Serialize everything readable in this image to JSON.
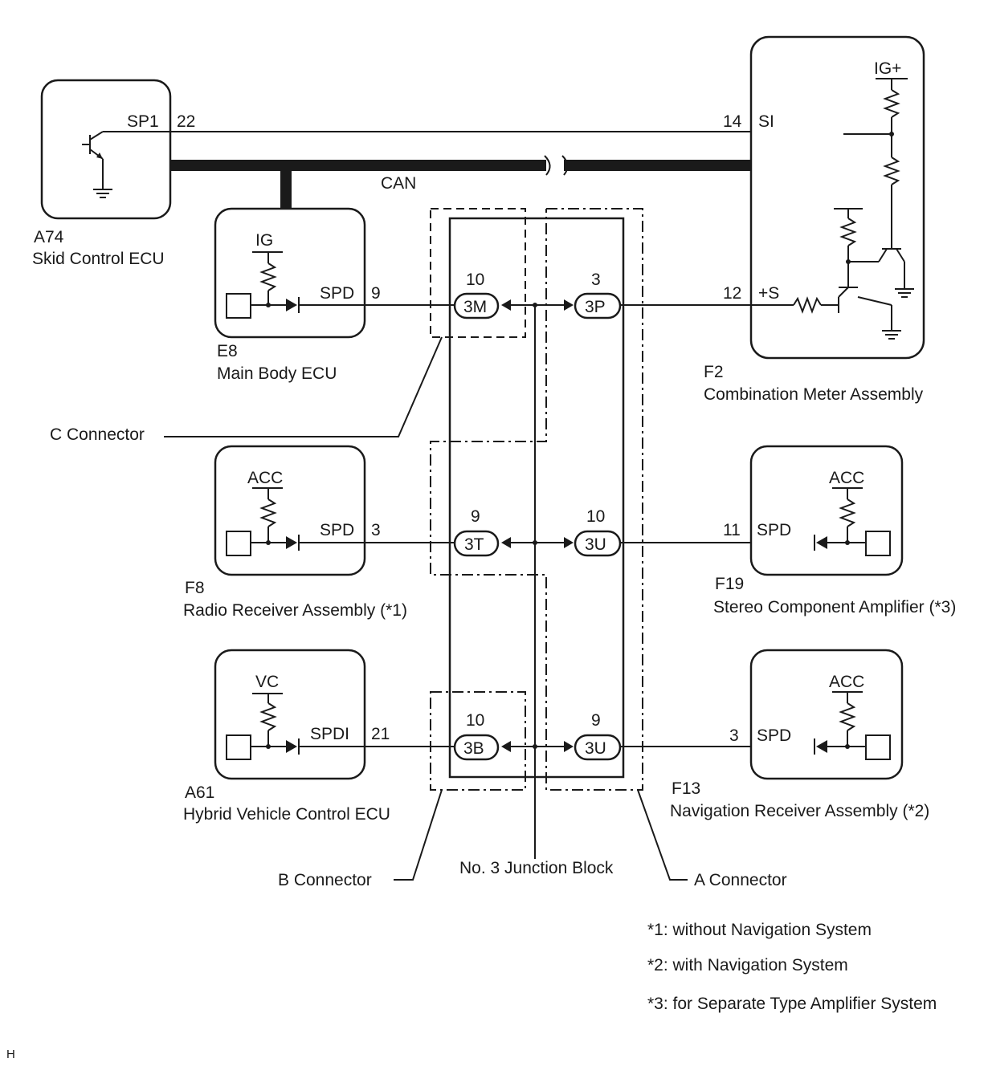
{
  "components": {
    "skid": {
      "code": "A74",
      "name": "Skid Control ECU",
      "pin_name": "SP1",
      "pin_no": "22"
    },
    "meter": {
      "code": "F2",
      "name": "Combination Meter Assembly",
      "supply": "IG+",
      "si_name": "SI",
      "si_no": "14",
      "s_name": "+S",
      "s_no": "12"
    },
    "main_body": {
      "code": "E8",
      "name": "Main Body ECU",
      "supply": "IG",
      "pin_name": "SPD",
      "pin_no": "9"
    },
    "radio": {
      "code": "F8",
      "name": "Radio Receiver Assembly (*1)",
      "supply": "ACC",
      "pin_name": "SPD",
      "pin_no": "3"
    },
    "hybrid": {
      "code": "A61",
      "name": "Hybrid Vehicle Control ECU",
      "supply": "VC",
      "pin_name": "SPDI",
      "pin_no": "21"
    },
    "stereo": {
      "code": "F19",
      "name": "Stereo Component Amplifier (*3)",
      "supply": "ACC",
      "pin_name": "SPD",
      "pin_no": "11"
    },
    "navi": {
      "code": "F13",
      "name": "Navigation Receiver Assembly (*2)",
      "supply": "ACC",
      "pin_name": "SPD",
      "pin_no": "3"
    }
  },
  "bus_label": "CAN",
  "junction": {
    "pins": {
      "3M": {
        "label": "3M",
        "no": "10"
      },
      "3P": {
        "label": "3P",
        "no": "3"
      },
      "3T": {
        "label": "3T",
        "no": "9"
      },
      "3U_mid": {
        "label": "3U",
        "no": "10"
      },
      "3B": {
        "label": "3B",
        "no": "10"
      },
      "3U_bot": {
        "label": "3U",
        "no": "9"
      }
    },
    "c_connector": "C Connector",
    "b_connector": "B Connector",
    "a_connector": "A Connector",
    "block_name": "No. 3 Junction Block"
  },
  "notes": [
    "*1: without Navigation System",
    "*2: with Navigation System",
    "*3: for Separate Type Amplifier System"
  ],
  "corner_mark": "H"
}
